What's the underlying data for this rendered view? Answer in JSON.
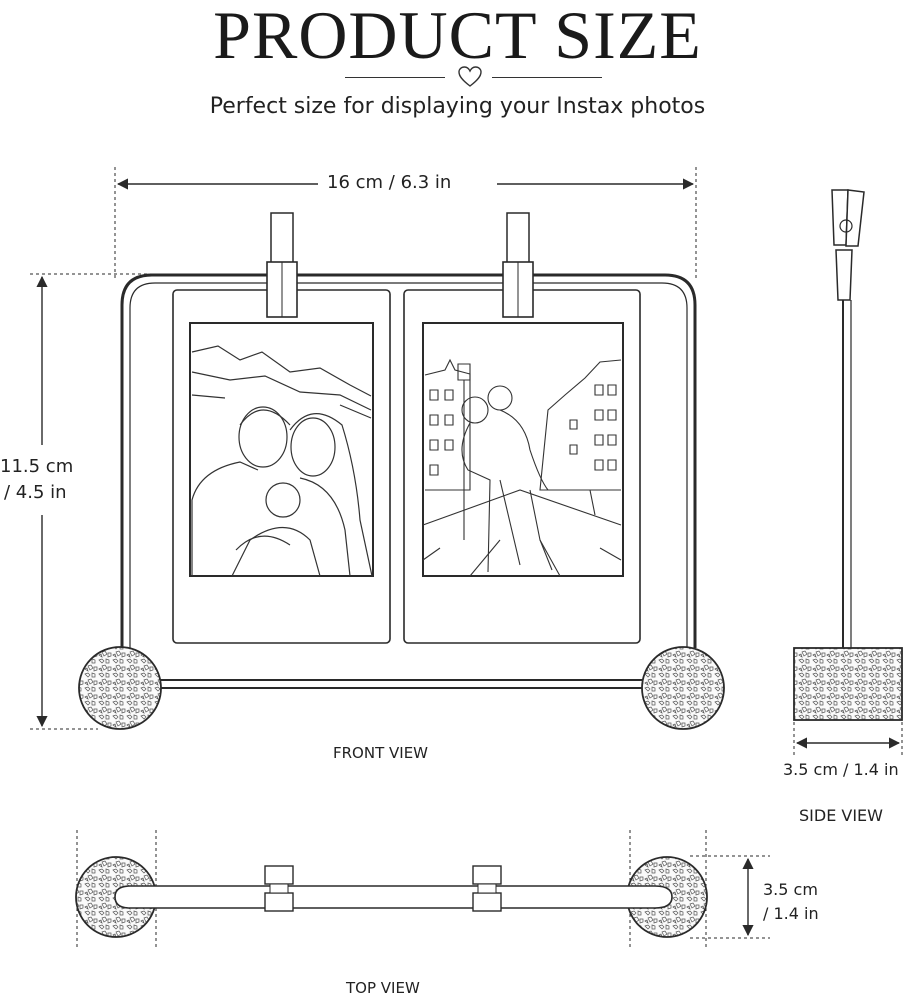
{
  "header": {
    "title": "PRODUCT SIZE",
    "subtitle": "Perfect size for displaying your Instax photos"
  },
  "dimensions": {
    "width": "16 cm / 6.3 in",
    "height_line1": "11.5 cm",
    "height_line2": "/ 4.5 in",
    "side_depth": "3.5 cm / 1.4 in",
    "top_depth_line1": "3.5 cm",
    "top_depth_line2": "/ 1.4 in"
  },
  "views": {
    "front": "FRONT VIEW",
    "side": "SIDE VIEW",
    "top": "TOP VIEW"
  },
  "colors": {
    "line": "#2a2a2a",
    "frame": "#3a3a3a"
  },
  "icons": [
    "heart-icon",
    "clip-icon",
    "cork-base-icon",
    "family-photo-illustration",
    "city-couple-photo-illustration"
  ]
}
